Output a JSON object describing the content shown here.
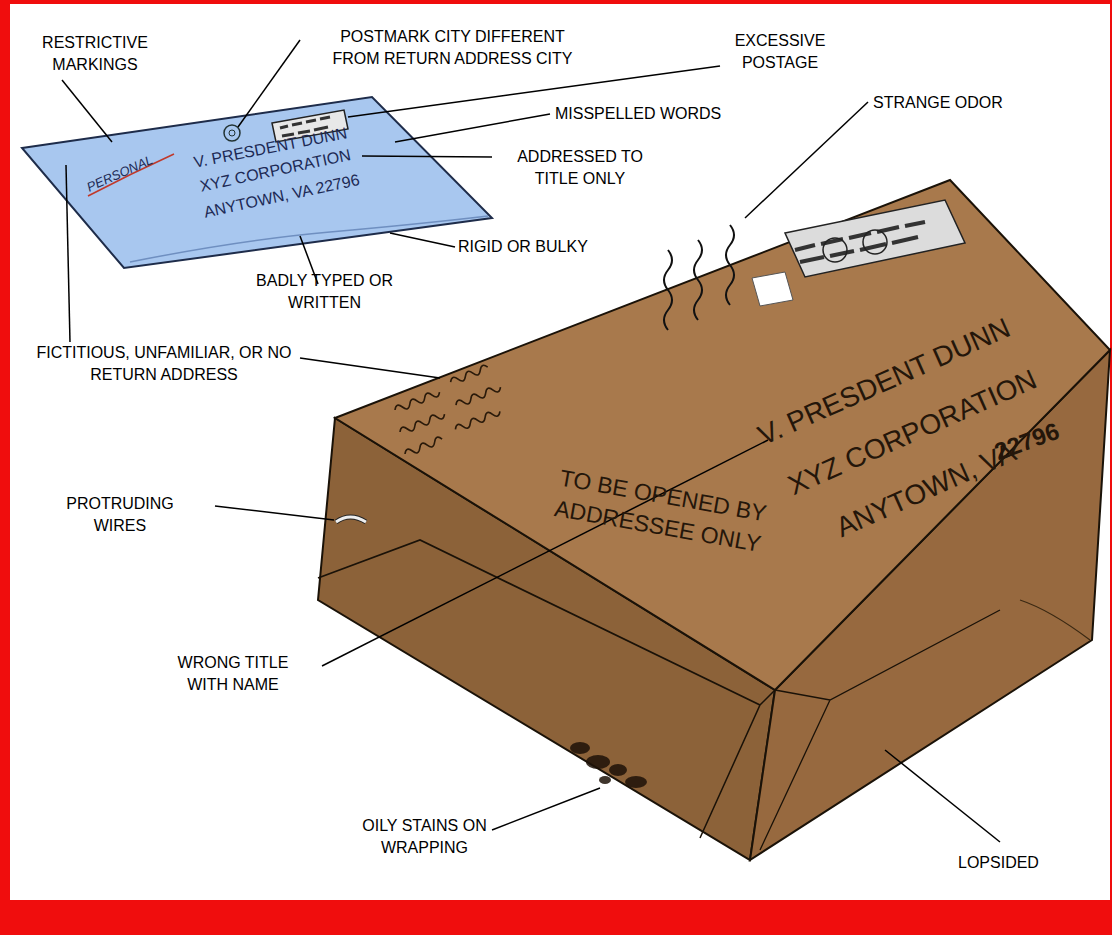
{
  "diagram": {
    "labels": [
      "RESTRICTIVE MARKINGS",
      "POSTMARK CITY DIFFERENT FROM RETURN ADDRESS CITY",
      "EXCESSIVE POSTAGE",
      "MISSPELLED WORDS",
      "ADDRESSED TO TITLE ONLY",
      "STRANGE ODOR",
      "RIGID OR BULKY",
      "BADLY TYPED OR WRITTEN",
      "FICTITIOUS, UNFAMILIAR, OR NO RETURN ADDRESS",
      "PROTRUDING WIRES",
      "WRONG TITLE WITH NAME",
      "OILY STAINS ON WRAPPING",
      "LOPSIDED",
      "PERSONAL",
      "V. PRESDENT DUNN",
      "XYZ CORPORATION",
      "ANYTOWN, VA 22796",
      "V. PRESDENT DUNN",
      "XYZ CORPORATION",
      "ANYTOWN, VA",
      "22796",
      "TO BE OPENED BY ADDRESSEE ONLY"
    ]
  }
}
